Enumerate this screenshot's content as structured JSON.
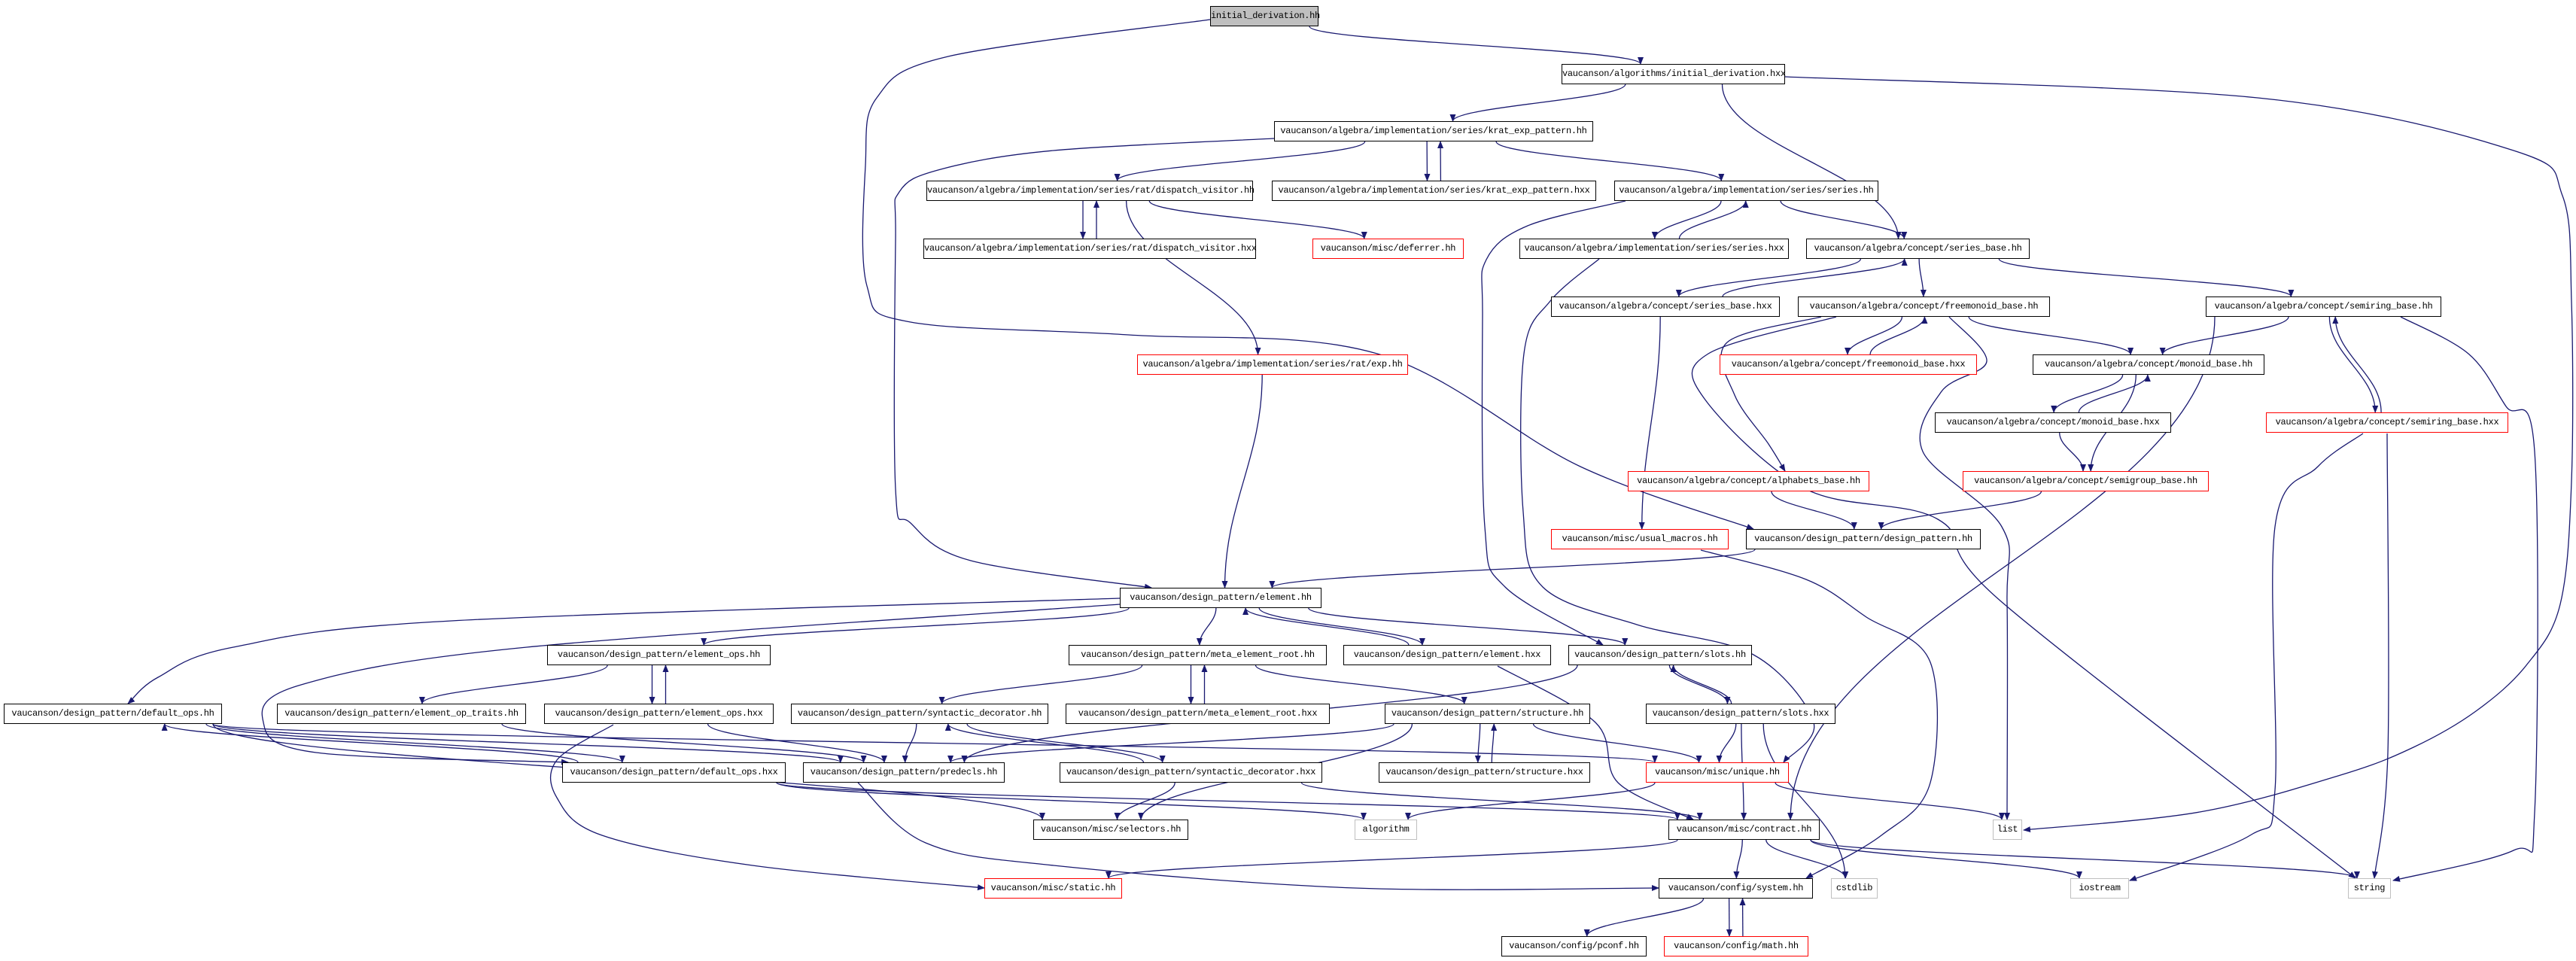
{
  "graph": {
    "type": "include-dependency-graph",
    "colors": {
      "edge": "#191970",
      "missing_border": "#ff0000",
      "system_border": "#bfbfbf",
      "root_fill": "#bfbfbf"
    },
    "nodes": [
      {
        "id": "root",
        "label": "initial_derivation.hh",
        "kind": "root"
      },
      {
        "id": "alg_hxx",
        "label": "vaucanson/algorithms/initial_derivation.hxx",
        "kind": "normal"
      },
      {
        "id": "krat_hh",
        "label": "vaucanson/algebra/implementation/series/krat_exp_pattern.hh",
        "kind": "normal"
      },
      {
        "id": "disp_hh",
        "label": "vaucanson/algebra/implementation/series/rat/dispatch_visitor.hh",
        "kind": "normal"
      },
      {
        "id": "krat_hxx",
        "label": "vaucanson/algebra/implementation/series/krat_exp_pattern.hxx",
        "kind": "normal"
      },
      {
        "id": "series_hh",
        "label": "vaucanson/algebra/implementation/series/series.hh",
        "kind": "normal"
      },
      {
        "id": "disp_hxx",
        "label": "vaucanson/algebra/implementation/series/rat/dispatch_visitor.hxx",
        "kind": "normal"
      },
      {
        "id": "deferrer",
        "label": "vaucanson/misc/deferrer.hh",
        "kind": "missing"
      },
      {
        "id": "series_hxx",
        "label": "vaucanson/algebra/implementation/series/series.hxx",
        "kind": "normal"
      },
      {
        "id": "sbase_hh",
        "label": "vaucanson/algebra/concept/series_base.hh",
        "kind": "normal"
      },
      {
        "id": "sbase_hxx",
        "label": "vaucanson/algebra/concept/series_base.hxx",
        "kind": "normal"
      },
      {
        "id": "free_hh",
        "label": "vaucanson/algebra/concept/freemonoid_base.hh",
        "kind": "normal"
      },
      {
        "id": "semiring_hh",
        "label": "vaucanson/algebra/concept/semiring_base.hh",
        "kind": "normal"
      },
      {
        "id": "exp_hh",
        "label": "vaucanson/algebra/implementation/series/rat/exp.hh",
        "kind": "missing"
      },
      {
        "id": "free_hxx",
        "label": "vaucanson/algebra/concept/freemonoid_base.hxx",
        "kind": "missing"
      },
      {
        "id": "monoid_hh",
        "label": "vaucanson/algebra/concept/monoid_base.hh",
        "kind": "normal"
      },
      {
        "id": "monoid_hxx",
        "label": "vaucanson/algebra/concept/monoid_base.hxx",
        "kind": "normal"
      },
      {
        "id": "semiring_hxx",
        "label": "vaucanson/algebra/concept/semiring_base.hxx",
        "kind": "missing"
      },
      {
        "id": "alphabets",
        "label": "vaucanson/algebra/concept/alphabets_base.hh",
        "kind": "missing"
      },
      {
        "id": "semigroup",
        "label": "vaucanson/algebra/concept/semigroup_base.hh",
        "kind": "missing"
      },
      {
        "id": "usual",
        "label": "vaucanson/misc/usual_macros.hh",
        "kind": "missing"
      },
      {
        "id": "dp_hh",
        "label": "vaucanson/design_pattern/design_pattern.hh",
        "kind": "normal"
      },
      {
        "id": "element_hh",
        "label": "vaucanson/design_pattern/element.hh",
        "kind": "normal"
      },
      {
        "id": "eops_hh",
        "label": "vaucanson/design_pattern/element_ops.hh",
        "kind": "normal"
      },
      {
        "id": "meta_hh",
        "label": "vaucanson/design_pattern/meta_element_root.hh",
        "kind": "normal"
      },
      {
        "id": "element_hxx",
        "label": "vaucanson/design_pattern/element.hxx",
        "kind": "normal"
      },
      {
        "id": "slots_hh",
        "label": "vaucanson/design_pattern/slots.hh",
        "kind": "normal"
      },
      {
        "id": "defops_hh",
        "label": "vaucanson/design_pattern/default_ops.hh",
        "kind": "normal"
      },
      {
        "id": "optraits",
        "label": "vaucanson/design_pattern/element_op_traits.hh",
        "kind": "normal"
      },
      {
        "id": "eops_hxx",
        "label": "vaucanson/design_pattern/element_ops.hxx",
        "kind": "normal"
      },
      {
        "id": "synt_hh",
        "label": "vaucanson/design_pattern/syntactic_decorator.hh",
        "kind": "normal"
      },
      {
        "id": "meta_hxx",
        "label": "vaucanson/design_pattern/meta_element_root.hxx",
        "kind": "normal"
      },
      {
        "id": "struct_hh",
        "label": "vaucanson/design_pattern/structure.hh",
        "kind": "normal"
      },
      {
        "id": "slots_hxx",
        "label": "vaucanson/design_pattern/slots.hxx",
        "kind": "normal"
      },
      {
        "id": "defops_hxx",
        "label": "vaucanson/design_pattern/default_ops.hxx",
        "kind": "normal"
      },
      {
        "id": "predecls",
        "label": "vaucanson/design_pattern/predecls.hh",
        "kind": "normal"
      },
      {
        "id": "synt_hxx",
        "label": "vaucanson/design_pattern/syntactic_decorator.hxx",
        "kind": "normal"
      },
      {
        "id": "struct_hxx",
        "label": "vaucanson/design_pattern/structure.hxx",
        "kind": "normal"
      },
      {
        "id": "unique",
        "label": "vaucanson/misc/unique.hh",
        "kind": "missing"
      },
      {
        "id": "selectors",
        "label": "vaucanson/misc/selectors.hh",
        "kind": "normal"
      },
      {
        "id": "algorithm",
        "label": "algorithm",
        "kind": "system"
      },
      {
        "id": "contract",
        "label": "vaucanson/misc/contract.hh",
        "kind": "normal"
      },
      {
        "id": "list",
        "label": "list",
        "kind": "system"
      },
      {
        "id": "static",
        "label": "vaucanson/misc/static.hh",
        "kind": "missing"
      },
      {
        "id": "system",
        "label": "vaucanson/config/system.hh",
        "kind": "normal"
      },
      {
        "id": "cstdlib",
        "label": "cstdlib",
        "kind": "system"
      },
      {
        "id": "iostream",
        "label": "iostream",
        "kind": "system"
      },
      {
        "id": "string",
        "label": "string",
        "kind": "system"
      },
      {
        "id": "pconf",
        "label": "vaucanson/config/pconf.hh",
        "kind": "normal"
      },
      {
        "id": "math",
        "label": "vaucanson/config/math.hh",
        "kind": "missing"
      }
    ],
    "edges": [
      [
        "root",
        "alg_hxx"
      ],
      [
        "root",
        "dp_hh"
      ],
      [
        "alg_hxx",
        "krat_hh"
      ],
      [
        "alg_hxx",
        "sbase_hh"
      ],
      [
        "alg_hxx",
        "list"
      ],
      [
        "krat_hh",
        "disp_hh"
      ],
      [
        "krat_hh",
        "krat_hxx"
      ],
      [
        "krat_hh",
        "series_hh"
      ],
      [
        "krat_hh",
        "element_hh"
      ],
      [
        "krat_hxx",
        "krat_hh"
      ],
      [
        "disp_hh",
        "disp_hxx"
      ],
      [
        "disp_hh",
        "deferrer"
      ],
      [
        "disp_hh",
        "exp_hh"
      ],
      [
        "disp_hxx",
        "disp_hh"
      ],
      [
        "series_hh",
        "series_hxx"
      ],
      [
        "series_hh",
        "sbase_hh"
      ],
      [
        "series_hh",
        "slots_hh"
      ],
      [
        "series_hxx",
        "series_hh"
      ],
      [
        "series_hxx",
        "unique"
      ],
      [
        "sbase_hh",
        "sbase_hxx"
      ],
      [
        "sbase_hh",
        "free_hh"
      ],
      [
        "sbase_hh",
        "semiring_hh"
      ],
      [
        "sbase_hxx",
        "sbase_hh"
      ],
      [
        "sbase_hxx",
        "usual"
      ],
      [
        "free_hh",
        "free_hxx"
      ],
      [
        "free_hh",
        "monoid_hh"
      ],
      [
        "free_hh",
        "alphabets"
      ],
      [
        "free_hh",
        "list"
      ],
      [
        "free_hh",
        "string"
      ],
      [
        "free_hxx",
        "free_hh"
      ],
      [
        "semiring_hh",
        "monoid_hh"
      ],
      [
        "semiring_hh",
        "semiring_hxx"
      ],
      [
        "semiring_hh",
        "contract"
      ],
      [
        "semiring_hh",
        "string"
      ],
      [
        "semiring_hxx",
        "semiring_hh"
      ],
      [
        "semiring_hxx",
        "iostream"
      ],
      [
        "semiring_hxx",
        "string"
      ],
      [
        "monoid_hh",
        "monoid_hxx"
      ],
      [
        "monoid_hh",
        "semigroup"
      ],
      [
        "monoid_hxx",
        "monoid_hh"
      ],
      [
        "monoid_hxx",
        "semigroup"
      ],
      [
        "alphabets",
        "dp_hh"
      ],
      [
        "semigroup",
        "dp_hh"
      ],
      [
        "usual",
        "system"
      ],
      [
        "dp_hh",
        "element_hh"
      ],
      [
        "exp_hh",
        "element_hh"
      ],
      [
        "element_hh",
        "eops_hh"
      ],
      [
        "element_hh",
        "meta_hh"
      ],
      [
        "element_hh",
        "element_hxx"
      ],
      [
        "element_hh",
        "slots_hh"
      ],
      [
        "element_hh",
        "defops_hh"
      ],
      [
        "element_hh",
        "defops_hxx"
      ],
      [
        "element_hxx",
        "element_hh"
      ],
      [
        "element_hxx",
        "contract"
      ],
      [
        "eops_hh",
        "optraits"
      ],
      [
        "eops_hh",
        "eops_hxx"
      ],
      [
        "eops_hxx",
        "eops_hh"
      ],
      [
        "eops_hxx",
        "static"
      ],
      [
        "eops_hxx",
        "predecls"
      ],
      [
        "meta_hh",
        "synt_hh"
      ],
      [
        "meta_hh",
        "meta_hxx"
      ],
      [
        "meta_hh",
        "struct_hh"
      ],
      [
        "meta_hxx",
        "meta_hh"
      ],
      [
        "synt_hh",
        "predecls"
      ],
      [
        "synt_hh",
        "synt_hxx"
      ],
      [
        "synt_hxx",
        "synt_hh"
      ],
      [
        "synt_hxx",
        "selectors"
      ],
      [
        "synt_hxx",
        "contract"
      ],
      [
        "struct_hh",
        "struct_hxx"
      ],
      [
        "struct_hh",
        "unique"
      ],
      [
        "struct_hh",
        "predecls"
      ],
      [
        "struct_hh",
        "selectors"
      ],
      [
        "struct_hxx",
        "struct_hh"
      ],
      [
        "slots_hh",
        "slots_hxx"
      ],
      [
        "slots_hh",
        "predecls"
      ],
      [
        "slots_hxx",
        "slots_hh"
      ],
      [
        "slots_hxx",
        "unique"
      ],
      [
        "slots_hxx",
        "contract"
      ],
      [
        "slots_hxx",
        "cstdlib"
      ],
      [
        "defops_hh",
        "defops_hxx"
      ],
      [
        "defops_hh",
        "predecls"
      ],
      [
        "defops_hh",
        "selectors"
      ],
      [
        "defops_hh",
        "unique"
      ],
      [
        "defops_hxx",
        "defops_hh"
      ],
      [
        "defops_hxx",
        "contract"
      ],
      [
        "defops_hxx",
        "algorithm"
      ],
      [
        "optraits",
        "predecls"
      ],
      [
        "predecls",
        "system"
      ],
      [
        "unique",
        "algorithm"
      ],
      [
        "unique",
        "list"
      ],
      [
        "contract",
        "system"
      ],
      [
        "contract",
        "cstdlib"
      ],
      [
        "contract",
        "iostream"
      ],
      [
        "contract",
        "string"
      ],
      [
        "contract",
        "static"
      ],
      [
        "system",
        "pconf"
      ],
      [
        "system",
        "math"
      ],
      [
        "math",
        "system"
      ]
    ]
  }
}
